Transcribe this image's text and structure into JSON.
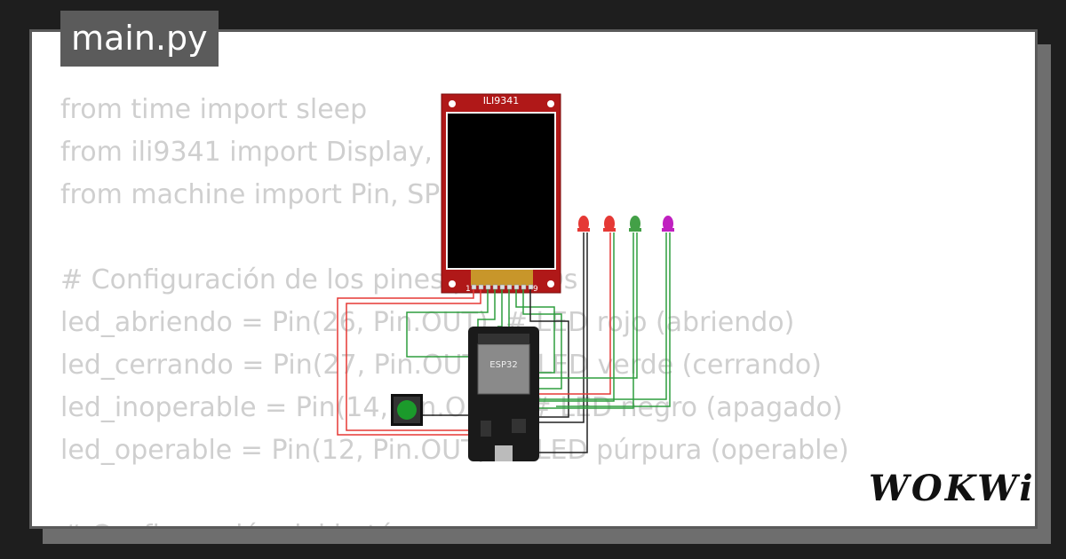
{
  "tab": {
    "label": "main.py"
  },
  "code_lines": [
    "from time import sleep",
    "from ili9341 import Display, c",
    "from machine import Pin, SP",
    "",
    "# Configuración de los pines p     LEDs",
    "led_abriendo = Pin(26, Pin.OUT)  # LED rojo (abriendo)",
    "led_cerrando = Pin(27, Pin.OUT)  # LED verde (cerrando)",
    "led_inoperable = Pin(14, Pin.OUT)  # LED negro (apagado)",
    "led_operable = Pin(12, Pin.OUT)  # LED púrpura (operable)",
    "",
    "# Configuración del botón"
  ],
  "circuit": {
    "display_label": "ILI9341",
    "pin_first": "1",
    "pin_last": "9",
    "mcu_label": "ESP32",
    "led_colors": [
      "#e53935",
      "#e53935",
      "#43a047",
      "#c020c0"
    ],
    "button_color": "#1b9a2b"
  },
  "brand": {
    "logo_text": "WOKWi"
  }
}
